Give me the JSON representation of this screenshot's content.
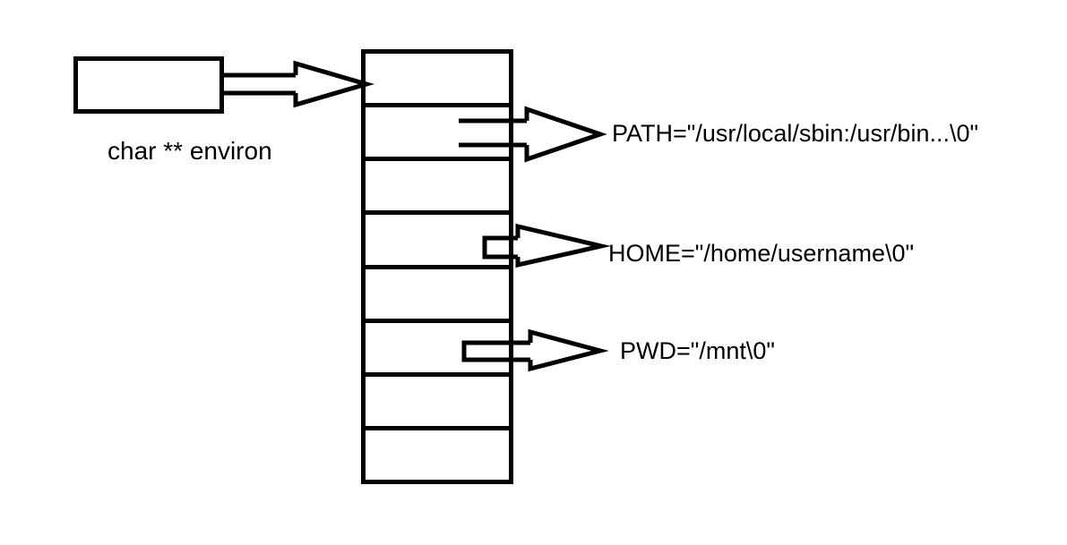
{
  "diagram": {
    "pointer": {
      "label": "char ** environ"
    },
    "array": {
      "cell_count": 8,
      "cells": [
        {
          "index": 0,
          "points_to": ""
        },
        {
          "index": 1,
          "points_to": "PATH"
        },
        {
          "index": 2,
          "points_to": ""
        },
        {
          "index": 3,
          "points_to": "HOME"
        },
        {
          "index": 4,
          "points_to": ""
        },
        {
          "index": 5,
          "points_to": "PWD"
        },
        {
          "index": 6,
          "points_to": ""
        },
        {
          "index": 7,
          "points_to": ""
        }
      ]
    },
    "env_strings": {
      "path": "PATH=\"/usr/local/sbin:/usr/bin...\\0\"",
      "home": "HOME=\"/home/username\\0\"",
      "pwd": "PWD=\"/mnt\\0\""
    },
    "colors": {
      "ink": "#000000",
      "background": "#ffffff"
    }
  }
}
